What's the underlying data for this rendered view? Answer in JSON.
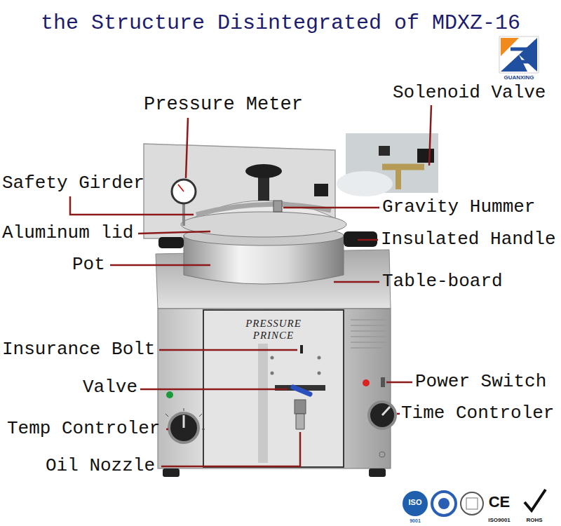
{
  "diagram": {
    "title": "the Structure Disintegrated of MDXZ-16",
    "labels": [
      "Pressure Meter",
      "Solenoid Valve",
      "Safety Girder",
      "Gravity Hummer",
      "Aluminum lid",
      "Insulated Handle",
      "Pot",
      "Table-board",
      "Insurance Bolt",
      "Valve",
      "Power Switch",
      "Time Controler",
      "Temp Controler",
      "Oil Nozzle",
      "GUANXING",
      "PRESSURE PRINCE",
      "ISO",
      "9001",
      "CE",
      "ISO9001",
      "ROHS"
    ]
  }
}
